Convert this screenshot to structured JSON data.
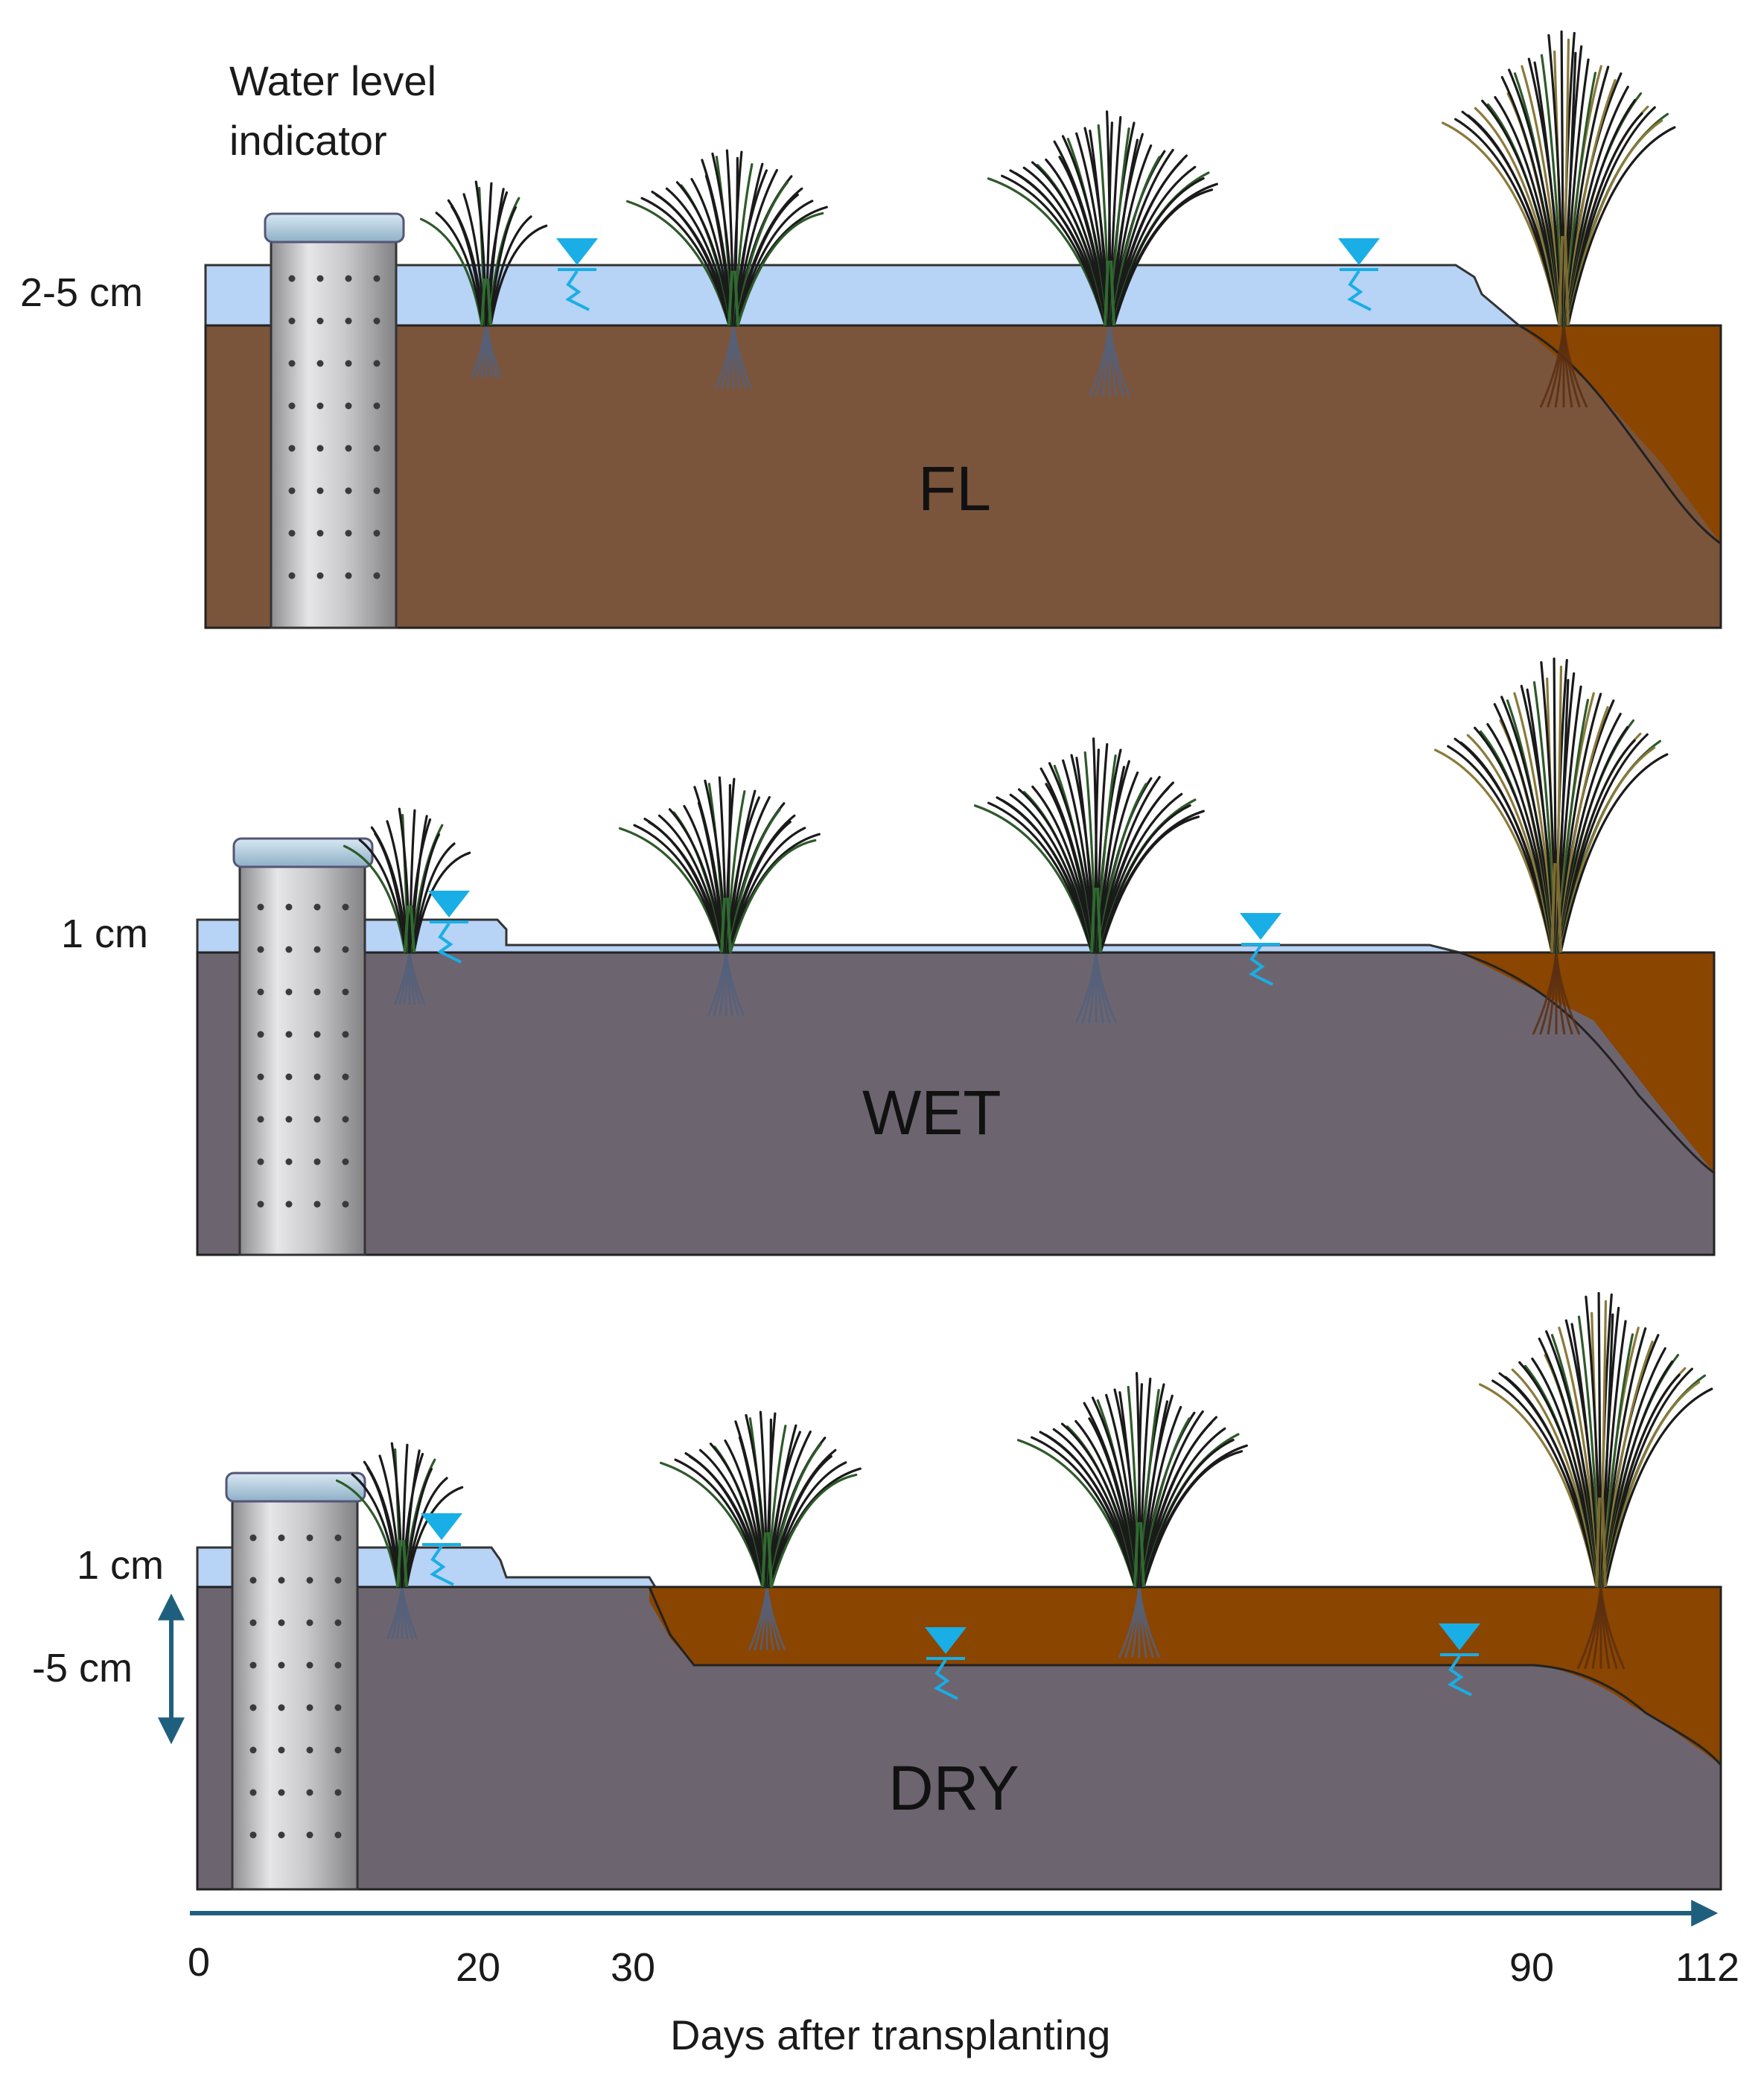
{
  "annotation": {
    "line1": "Water level",
    "line2": "indicator"
  },
  "panels": [
    {
      "name": "FL",
      "level_label": "2-5 cm",
      "soil_color": "#7a553c"
    },
    {
      "name": "WET",
      "level_label": "1 cm",
      "soil_color": "#6c6570"
    },
    {
      "name": "DRY",
      "level_label": "1 cm",
      "sub_label": "-5 cm",
      "soil_color": "#6c6570"
    }
  ],
  "timeline": {
    "ticks": [
      "0",
      "20",
      "30",
      "90",
      "112"
    ],
    "label": "Days after transplanting"
  },
  "colors": {
    "water": "#b7d3f6",
    "dry_soil": "#8a4500",
    "water_symbol": "#19aee6",
    "arrow": "#1f5f7e",
    "pipe": "#c2c2c4"
  }
}
